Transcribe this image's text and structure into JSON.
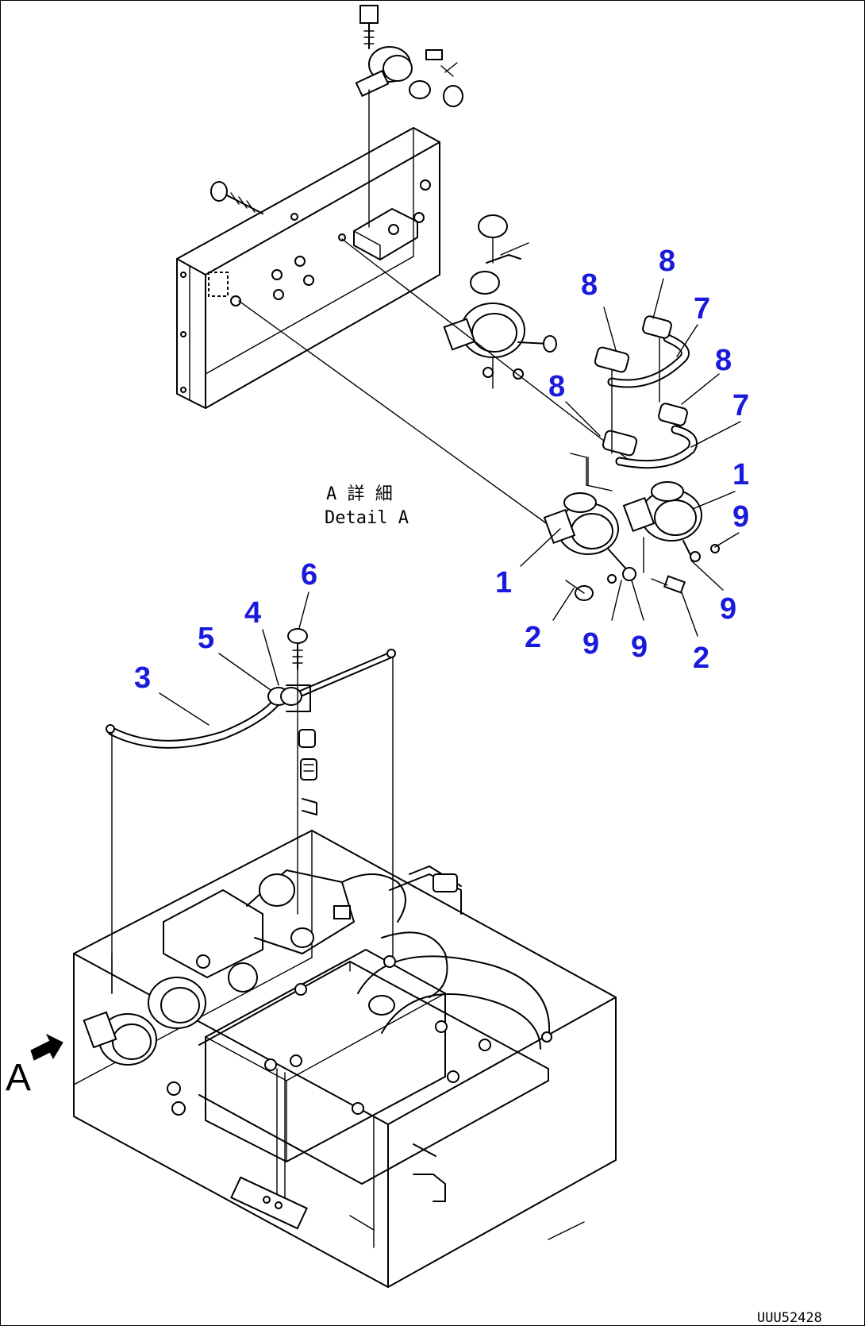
{
  "detail": {
    "label_jp": "A 詳 細",
    "label_en": "Detail A"
  },
  "view_marker": {
    "letter": "A"
  },
  "drawing_code": "UUU52428",
  "callout_color": "#1a1adc",
  "callouts": [
    {
      "id": "c-8a",
      "text": "8"
    },
    {
      "id": "c-8b",
      "text": "8"
    },
    {
      "id": "c-7a",
      "text": "7"
    },
    {
      "id": "c-8c",
      "text": "8"
    },
    {
      "id": "c-8d",
      "text": "8"
    },
    {
      "id": "c-7b",
      "text": "7"
    },
    {
      "id": "c-1a",
      "text": "1"
    },
    {
      "id": "c-9a",
      "text": "9"
    },
    {
      "id": "c-1b",
      "text": "1"
    },
    {
      "id": "c-9b",
      "text": "9"
    },
    {
      "id": "c-2a",
      "text": "2"
    },
    {
      "id": "c-9c",
      "text": "9"
    },
    {
      "id": "c-9d",
      "text": "9"
    },
    {
      "id": "c-2b",
      "text": "2"
    },
    {
      "id": "c-6",
      "text": "6"
    },
    {
      "id": "c-4",
      "text": "4"
    },
    {
      "id": "c-5",
      "text": "5"
    },
    {
      "id": "c-3",
      "text": "3"
    }
  ]
}
